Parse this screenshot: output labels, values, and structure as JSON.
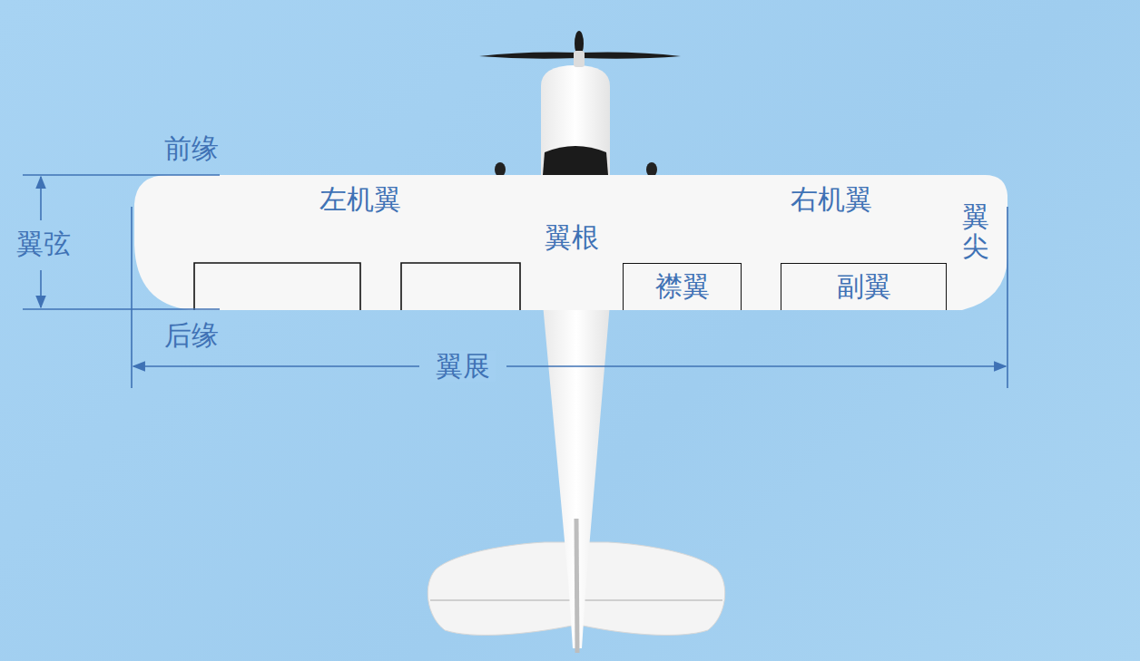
{
  "diagram": {
    "nodes": [
      {
        "text": [
          "左机翼",
          "翼根",
          "右机翼"
        ]
      },
      {
        "text": [
          "襟翼"
        ],
        "in": 0
      },
      {
        "text": [
          "副翼"
        ],
        "in": 0
      }
    ],
    "labels": [
      "前缘",
      "翼弦",
      "后缘",
      "翼展",
      "翼尖"
    ]
  }
}
